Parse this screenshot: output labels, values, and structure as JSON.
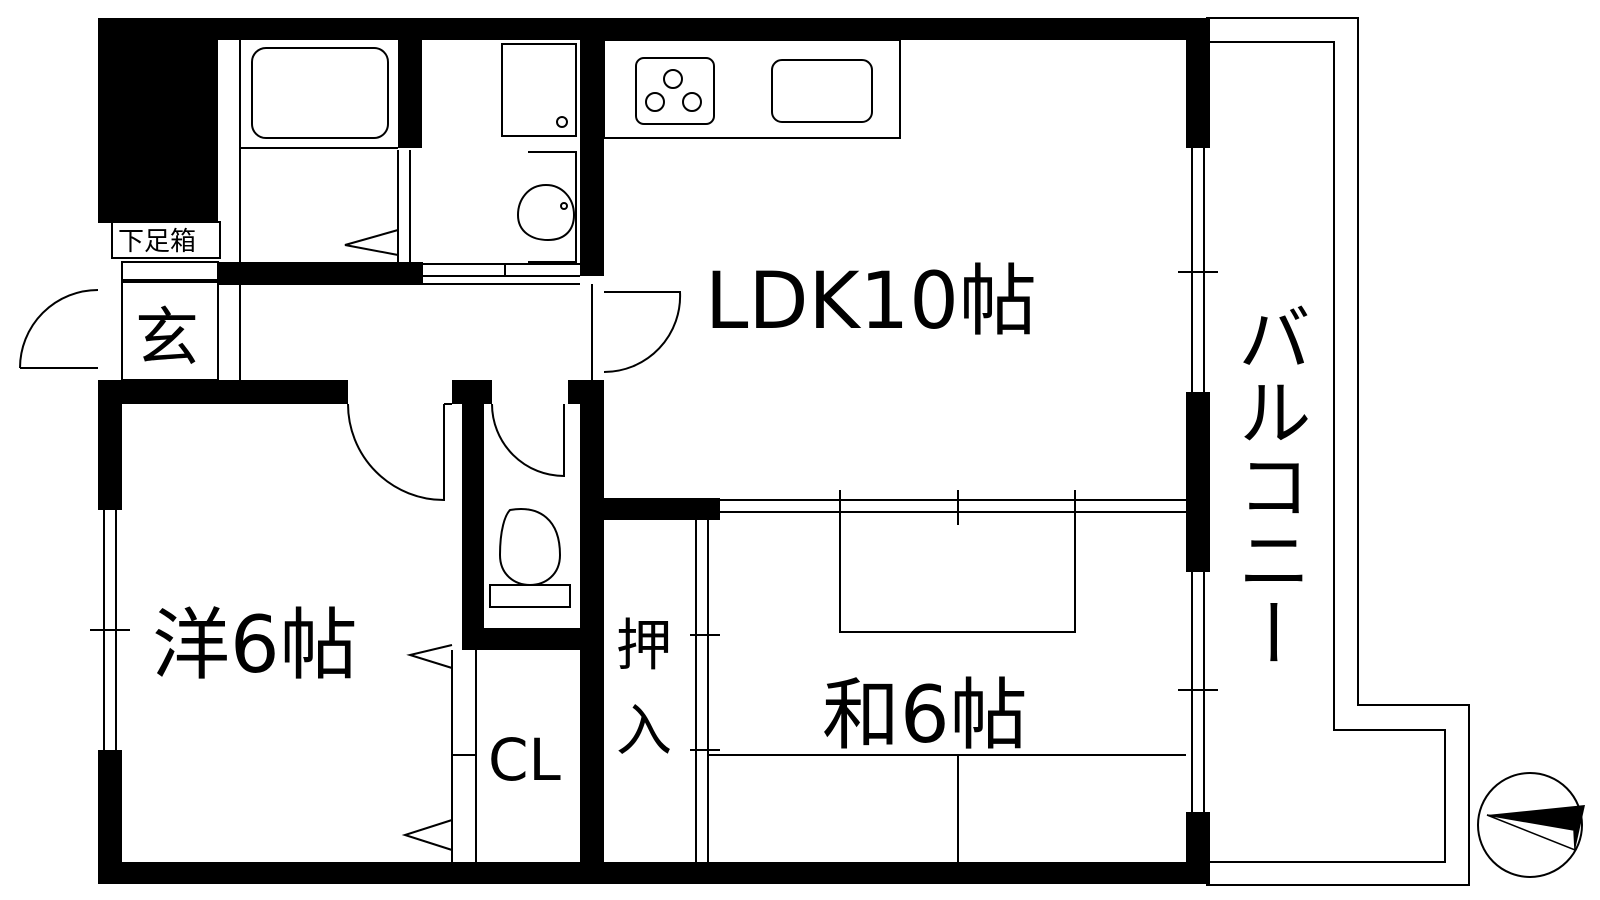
{
  "floor_plan": {
    "rooms": {
      "ldk": "LDK10帖",
      "western": "洋6帖",
      "japanese": "和6帖",
      "balcony": "バルコニー",
      "entrance": "玄",
      "shoe_box": "下足箱",
      "closet": "CL",
      "oshiire_1": "押",
      "oshiire_2": "入"
    },
    "colors": {
      "wall": "#000000",
      "line": "#000000",
      "background": "#ffffff"
    },
    "icons": [
      "bathtub-icon",
      "washing-machine-icon",
      "washbasin-icon",
      "stove-icon",
      "sink-icon",
      "toilet-icon",
      "compass-icon"
    ]
  }
}
